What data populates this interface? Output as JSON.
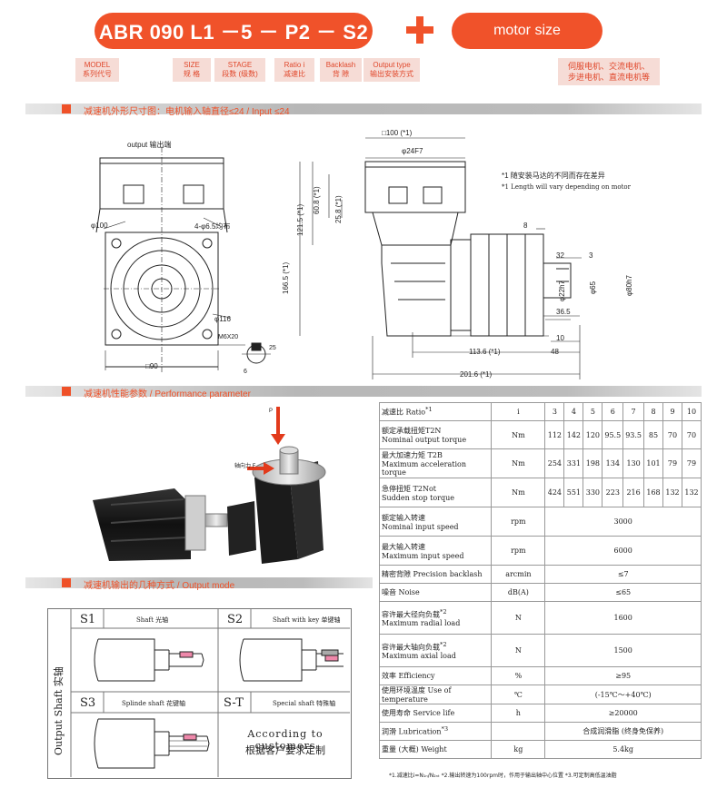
{
  "header": {
    "model_code": "ABR 090 L1 －5 － P2 － S2",
    "plus": "+",
    "motor_size": "motor size",
    "tags": [
      {
        "en": "MODEL",
        "cn": "系列代号"
      },
      {
        "en": "SIZE",
        "cn": "规 格"
      },
      {
        "en": "STAGE",
        "cn": "段数 (级数)"
      },
      {
        "en": "Ratio i",
        "cn": "减速比"
      },
      {
        "en": "Backlash",
        "cn": "背 隙"
      },
      {
        "en": "Output type",
        "cn": "输出安装方式"
      }
    ],
    "motor_tag_line1": "伺服电机、交流电机、",
    "motor_tag_line2": "步进电机、直流电机等"
  },
  "section1": {
    "title": "减速机外形尺寸图：电机输入轴直径≤24 / Input ≤24",
    "output_label": "output 输出端",
    "note1_cn": "*1   随安装马达的不同而存在差异",
    "note1_en": "*1 Length will vary depending on motor",
    "dims": {
      "d100": "φ100",
      "d65": "4-φ6.5均布",
      "d116": "φ116",
      "sq90": "□90",
      "m6": "M6X20",
      "top100": "□100 (*1)",
      "d24": "φ24F7",
      "h608": "60.8 (*1)",
      "h258": "25.8 (*1)",
      "h1215": "121.5 (*1)",
      "h1665": "166.5 (*1)",
      "w8": "8",
      "w32": "32",
      "w3": "3",
      "d22": "φ22h7",
      "d65b": "φ65",
      "d80": "φ80h7",
      "w365": "36.5",
      "w10": "10",
      "w1136": "113.6 (*1)",
      "w48": "48",
      "w2016": "201.6 (*1)",
      "r25": "25",
      "r6": "6"
    }
  },
  "section2": {
    "title": "减速机性能参数 / Performance parameter",
    "arrow_p": "P",
    "arrow_f": "轴向力 F",
    "table_header": {
      "label": "减速比 Ratio",
      "sup": "*1",
      "unit": "i",
      "ratios": [
        "3",
        "4",
        "5",
        "6",
        "7",
        "8",
        "9",
        "10"
      ]
    },
    "rows_split": [
      {
        "cn": "额定承载扭矩T2N",
        "en": "Nominal output torque",
        "unit": "Nm",
        "values": [
          "112",
          "142",
          "120",
          "95.5",
          "93.5",
          "85",
          "70",
          "70"
        ]
      },
      {
        "cn": "最大加速力矩 T2B",
        "en": "Maximum acceleration torque",
        "unit": "Nm",
        "values": [
          "254",
          "331",
          "198",
          "134",
          "130",
          "101",
          "79",
          "79"
        ]
      },
      {
        "cn": "急停扭矩 T2Not",
        "en": "Sudden stop torque",
        "unit": "Nm",
        "values": [
          "424",
          "551",
          "330",
          "223",
          "216",
          "168",
          "132",
          "132"
        ]
      }
    ],
    "rows_merged": [
      {
        "cn": "额定输入转速",
        "en": "Nominal input speed",
        "unit": "rpm",
        "value": "3000"
      },
      {
        "cn": "最大输入转速",
        "en": "Maximum input speed",
        "unit": "rpm",
        "value": "6000"
      },
      {
        "cn": "精密背隙 Precision backlash",
        "en": "",
        "unit": "arcmin",
        "value": "≤7"
      },
      {
        "cn": "噪音 Noise",
        "en": "",
        "unit": "dB(A)",
        "value": "≤65"
      },
      {
        "cn": "容许最大径向负载",
        "en": "Maximum radial load",
        "sup": "*2",
        "unit": "N",
        "value": "1600"
      },
      {
        "cn": "容许最大轴向负载",
        "en": "Maximum axial load",
        "sup": "*2",
        "unit": "N",
        "value": "1500"
      },
      {
        "cn": "效率 Efficiency",
        "en": "",
        "unit": "%",
        "value": "≥95"
      },
      {
        "cn": "使用环境温度 Use of temperature",
        "en": "",
        "unit": "℃",
        "value": "(-15℃～+40℃)"
      },
      {
        "cn": "使用寿命 Service life",
        "en": "",
        "unit": "h",
        "value": "≥20000"
      },
      {
        "cn": "润滑 Lubrication",
        "en": "",
        "sup": "*3",
        "unit": "",
        "value": "合成润滑脂 (终身免保养)"
      },
      {
        "cn": "重量 (大概) Weight",
        "en": "",
        "unit": "kg",
        "value": "5.4kg"
      }
    ],
    "footnote": "*1.减速比i=N₁ₙ/N₂ₙₜ  *2.输出转速为100rpm时，作用于输出轴中心位置   *3.可定制高低温油脂"
  },
  "section3": {
    "title": "减速机输出的几种方式 / Output mode",
    "side_label": "Output Shaft 实轴",
    "s1": {
      "code": "S1",
      "name": "Shaft 光轴"
    },
    "s2": {
      "code": "S2",
      "name": "Shaft with key 单键轴"
    },
    "s3": {
      "code": "S3",
      "name": "Splinde shaft 花键轴"
    },
    "st": {
      "code": "S-T",
      "name": "Special shaft 特殊轴"
    },
    "custom_en": "According to customers",
    "custom_cn": "根据客户要求定制"
  },
  "colors": {
    "accent": "#f0522a",
    "tag_bg": "#f6dcd6"
  }
}
